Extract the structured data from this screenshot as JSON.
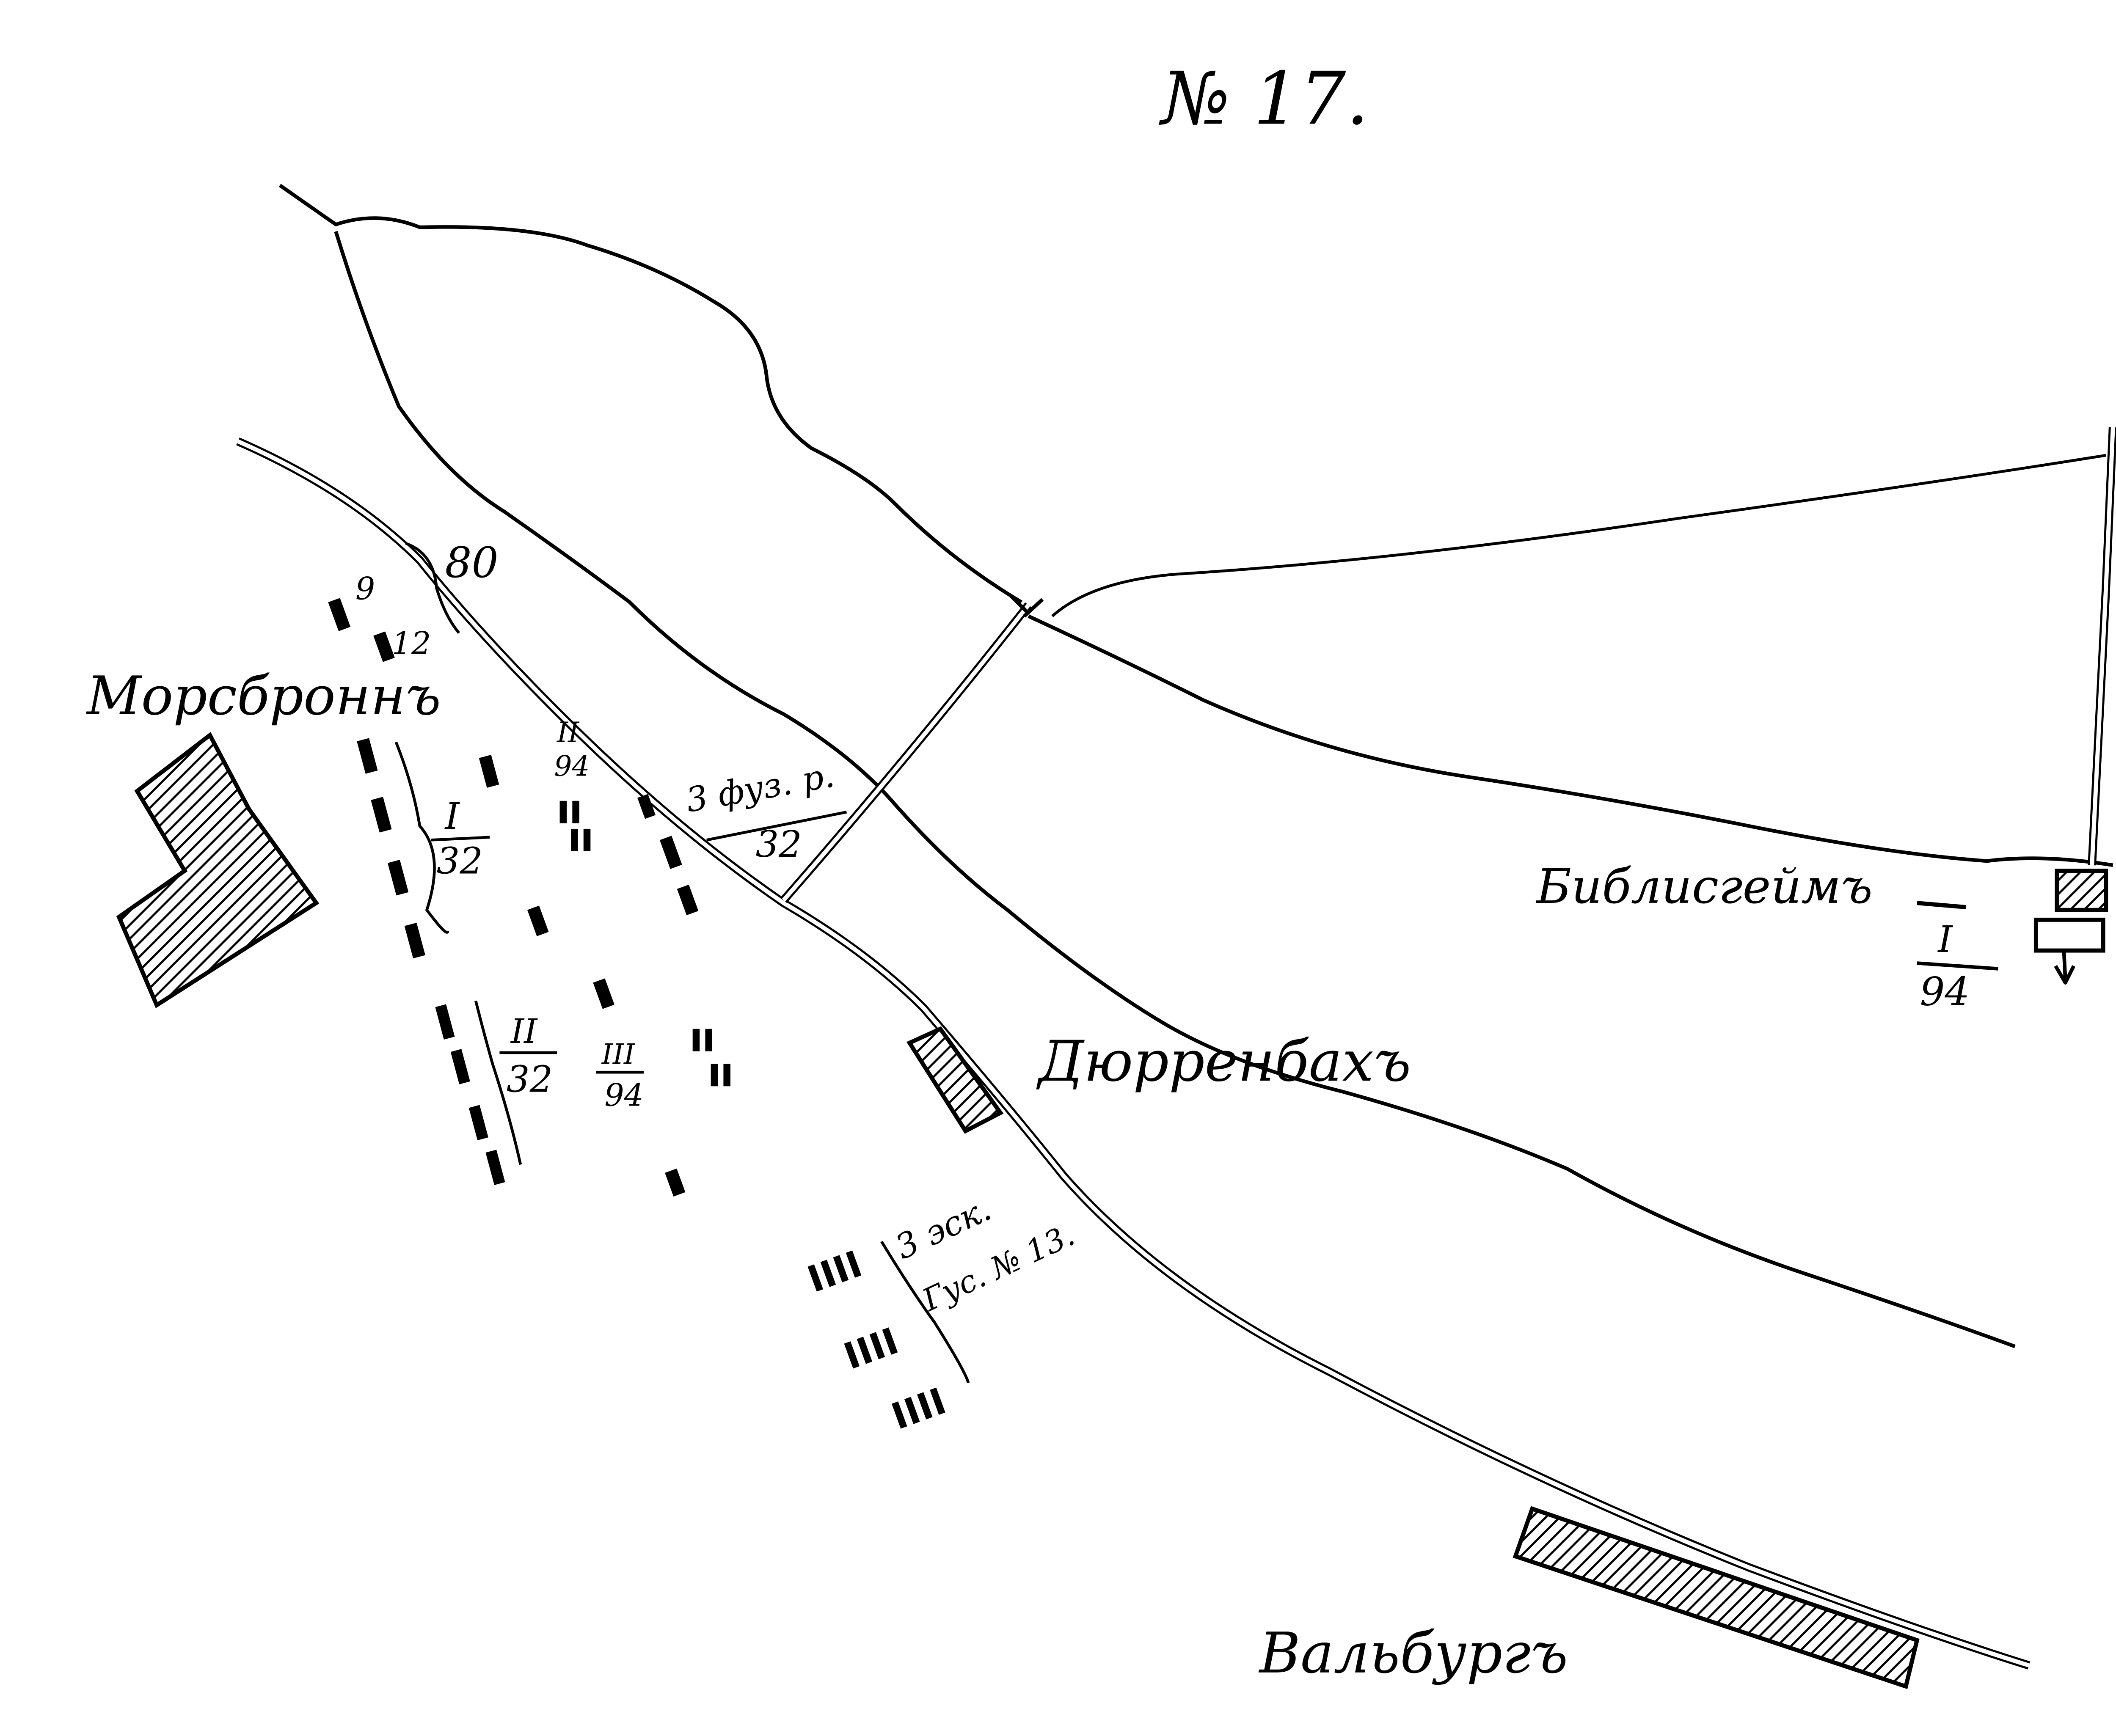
{
  "map": {
    "title": "№ 17.",
    "places": {
      "morsbronn": "Морсброннъ",
      "durrenbach": "Дюрренбахъ",
      "biblisheim": "Библисгеймъ",
      "walburg": "Вальбургъ"
    },
    "units": {
      "u9": "9",
      "u12": "12",
      "u80": "80",
      "ii94_num": "II",
      "ii94_den": "94",
      "i32_num": "I",
      "i32_den": "32",
      "ii32_num": "II",
      "ii32_den": "32",
      "iii94_num": "III",
      "iii94_den": "94",
      "fus_num": "3 фуз. р.",
      "fus_den": "32",
      "i94_num": "I",
      "i94_den": "94",
      "hussar_line1": "3 эск.",
      "hussar_line2": "Гус. № 13."
    },
    "colors": {
      "ink": "#000000",
      "paper": "#ffffff"
    }
  }
}
